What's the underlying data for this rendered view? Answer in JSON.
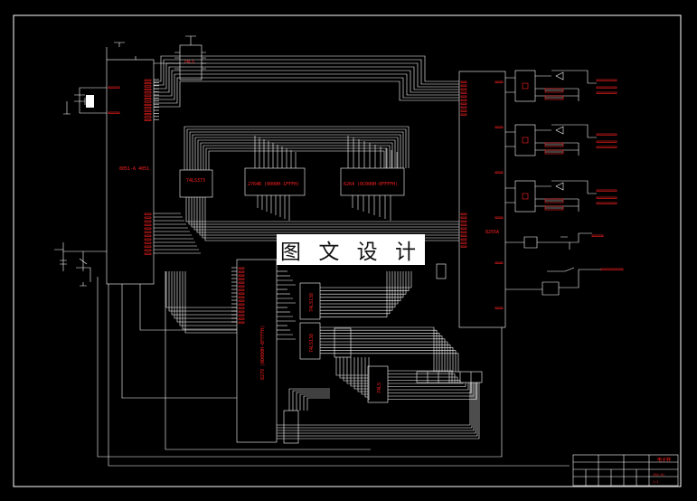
{
  "colors": {
    "background": "#000000",
    "wire": "#ffffff",
    "component_label": "#ff2020",
    "watermark_bg": "#ffffff",
    "watermark_text": "#111111"
  },
  "watermark": {
    "text": "图 文 设 计"
  },
  "chips": [
    {
      "id": "u-left-mcu",
      "label": "8051-A 4051"
    },
    {
      "id": "u-top-small",
      "label": "74LS"
    },
    {
      "id": "u-74ls373",
      "label": "74LS373"
    },
    {
      "id": "u-2764",
      "label": "2764B (0000H-1FFFH)"
    },
    {
      "id": "u-6264",
      "label": "6264 (0C000H-0FFFFH)"
    },
    {
      "id": "u-8279",
      "label": "8279 (0D000H-0FFFFH)"
    },
    {
      "id": "u-74ls138-a",
      "label": "74LS138"
    },
    {
      "id": "u-74ls138-b",
      "label": "74LS138"
    },
    {
      "id": "u-display-drv",
      "label": "74LS"
    },
    {
      "id": "u-8255",
      "label": "8255A"
    }
  ],
  "title_block": {
    "line1": "电子秤",
    "drawing_no": "JSQ-01",
    "scale": "1:1"
  }
}
